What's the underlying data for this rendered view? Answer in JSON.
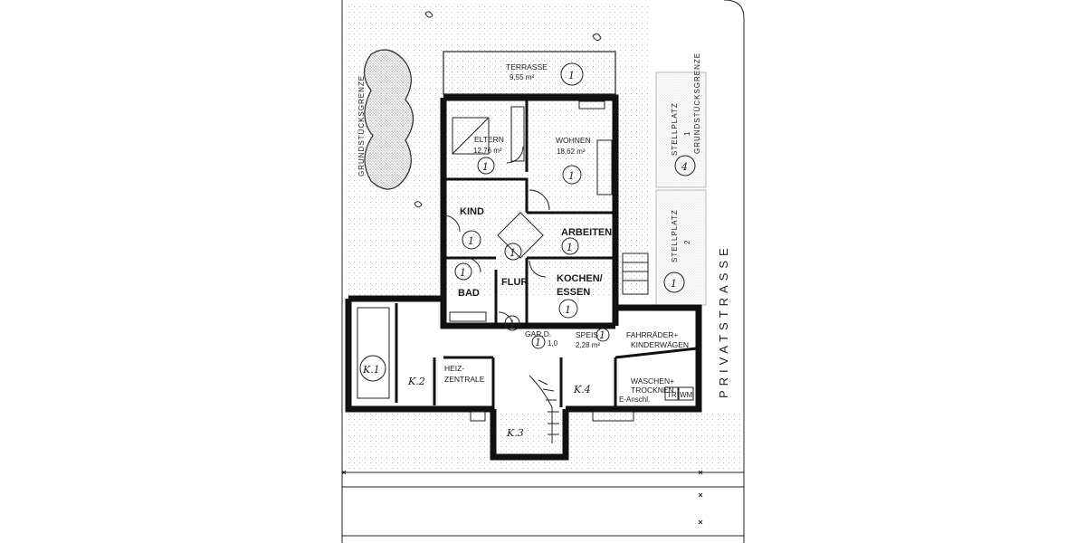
{
  "plan": {
    "street": "PRIVATSTRASSE",
    "boundary_left": "GRUNDSTÜCKSGRENZE",
    "boundary_right": "GRUNDSTÜCKSGRENZE",
    "badge_mark": "1",
    "terrace": {
      "name": "TERRASSE",
      "area": "9,55 m²"
    },
    "rooms": {
      "eltern": {
        "name": "ELTERN",
        "area": "12,76 m²"
      },
      "wohnen": {
        "name": "WOHNEN",
        "area": "18,62 m²"
      },
      "kind": {
        "name": "KIND"
      },
      "arbeiten": {
        "name": "ARBEITEN"
      },
      "flur": {
        "name": "FLUR"
      },
      "bad": {
        "name": "BAD"
      },
      "kochen_line1": "KOCHEN/",
      "kochen_line2": "ESSEN",
      "speis": {
        "name": "SPEIS",
        "area": "2,28 m²"
      },
      "gard": {
        "name": "GAR.D.",
        "area": "1,0"
      },
      "fahrraeder_line1": "FAHRRÄDER+",
      "fahrraeder_line2": "KINDERWÄGEN",
      "waschen_line1": "WASCHEN+",
      "waschen_line2": "TROCKNEN",
      "waschen_sub": "E-Anschl.",
      "heiz_line1": "HEIZ-",
      "heiz_line2": "ZENTRALE"
    },
    "appliances": {
      "tr": "TR",
      "wm": "WM"
    },
    "cellars": {
      "k1": "K.1",
      "k2": "K.2",
      "k3": "K.3",
      "k4": "K.4"
    },
    "parking": {
      "p1_label": "STELLPLATZ",
      "p1_num": "1",
      "p1_mark": "4",
      "p2_label": "STELLPLATZ",
      "p2_num": "2",
      "p2_mark": "1"
    }
  }
}
